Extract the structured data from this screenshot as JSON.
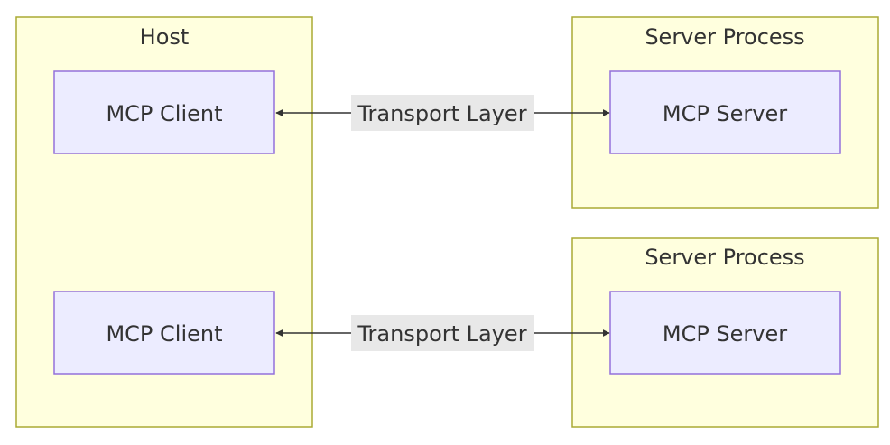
{
  "diagram": {
    "clusters": {
      "host": {
        "title": "Host"
      },
      "server_process_1": {
        "title": "Server Process"
      },
      "server_process_2": {
        "title": "Server Process"
      }
    },
    "nodes": {
      "client_1": {
        "label": "MCP Client"
      },
      "client_2": {
        "label": "MCP Client"
      },
      "server_1": {
        "label": "MCP Server"
      },
      "server_2": {
        "label": "MCP Server"
      }
    },
    "edges": [
      {
        "from": "MCP Client",
        "to": "MCP Server",
        "label": "Transport Layer",
        "bidirectional": true
      },
      {
        "from": "MCP Client",
        "to": "MCP Server",
        "label": "Transport Layer",
        "bidirectional": true
      }
    ]
  },
  "colors": {
    "cluster_fill": "#ffffde",
    "cluster_stroke": "#aaaa33",
    "node_fill": "#ececff",
    "node_stroke": "#9370db",
    "edge": "#333333",
    "edge_label_bg": "#e8e8e8",
    "text": "#333333"
  }
}
